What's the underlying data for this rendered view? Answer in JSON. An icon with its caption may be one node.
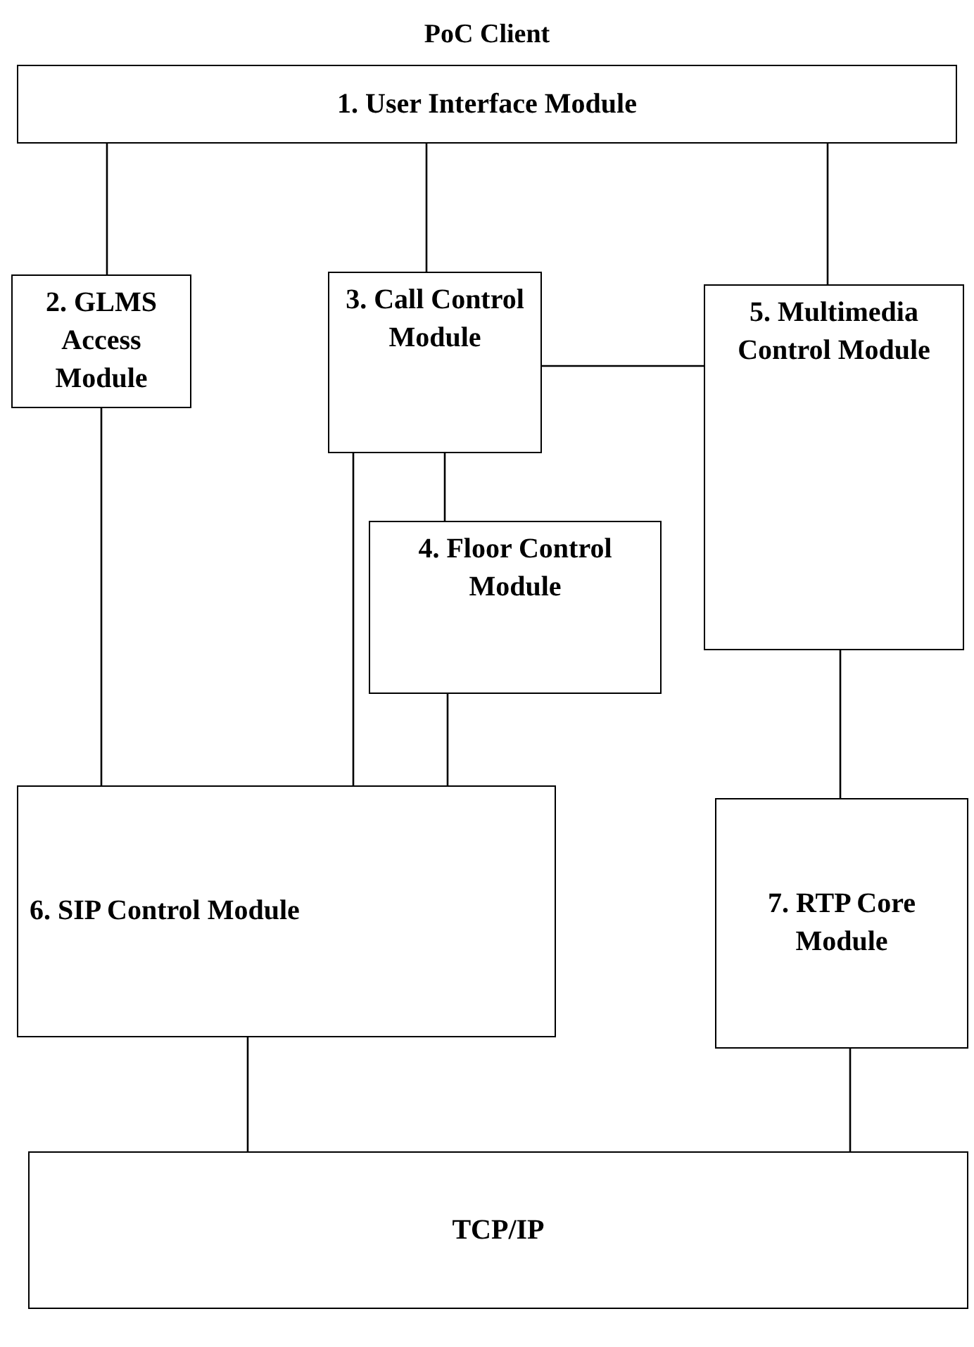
{
  "diagram": {
    "title": "PoC Client",
    "nodes": [
      {
        "text": [
          "1. User Interface Module"
        ]
      },
      {
        "text": [
          "2. GLMS Access Module"
        ]
      },
      {
        "text": [
          "3. Call Control Module"
        ]
      },
      {
        "text": [
          "4. Floor Control Module"
        ]
      },
      {
        "text": [
          "5. Multimedia Control Module"
        ]
      },
      {
        "text": [
          "6. SIP Control Module"
        ]
      },
      {
        "text": [
          "7. RTP Core Module"
        ]
      },
      {
        "text": [
          "TCP/IP"
        ]
      }
    ],
    "edges": [
      {
        "from": 0,
        "to": 1,
        "arrow": "none"
      },
      {
        "from": 0,
        "to": 2,
        "arrow": "none"
      },
      {
        "from": 0,
        "to": 4,
        "arrow": "none"
      },
      {
        "from": 2,
        "to": 4,
        "arrow": "none"
      },
      {
        "from": 2,
        "to": 3,
        "arrow": "none"
      },
      {
        "from": 1,
        "to": 5,
        "arrow": "none"
      },
      {
        "from": 2,
        "to": 5,
        "arrow": "none"
      },
      {
        "from": 3,
        "to": 5,
        "arrow": "none"
      },
      {
        "from": 4,
        "to": 6,
        "arrow": "none"
      },
      {
        "from": 5,
        "to": 7,
        "arrow": "none"
      },
      {
        "from": 6,
        "to": 7,
        "arrow": "none"
      }
    ]
  }
}
